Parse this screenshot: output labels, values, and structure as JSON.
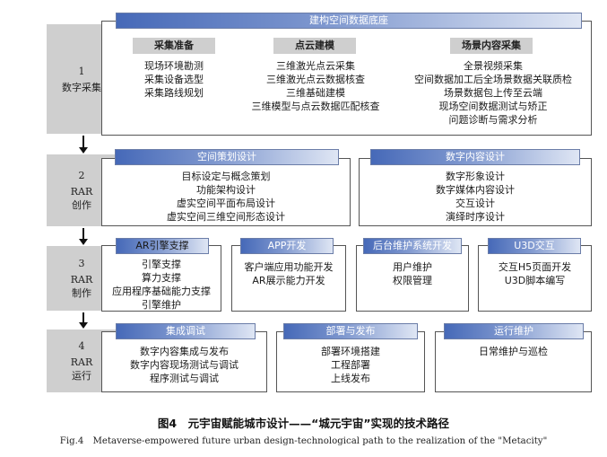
{
  "stages": [
    {
      "number": "1",
      "label_lines": [
        "数字采集"
      ]
    },
    {
      "number": "2",
      "label_lines": [
        "RAR",
        "创作"
      ]
    },
    {
      "number": "3",
      "label_lines": [
        "RAR",
        "制作"
      ]
    },
    {
      "number": "4",
      "label_lines": [
        "RAR",
        "运行"
      ]
    }
  ],
  "stage1": {
    "title": "建构空间数据底座",
    "columns": [
      {
        "title": "采集准备",
        "items": [
          "现场环境勘测",
          "采集设备选型",
          "采集路线规划"
        ]
      },
      {
        "title": "点云建模",
        "items": [
          "三维激光点云采集",
          "三维激光点云数据核查",
          "三维基础建模",
          "三维模型与点云数据匹配核查"
        ]
      },
      {
        "title": "场景内容采集",
        "items": [
          "全景视频采集",
          "空间数据加工后全场景数据关联质检",
          "场景数据包上传至云端",
          "现场空间数据测试与矫正",
          "问题诊断与需求分析"
        ]
      }
    ]
  },
  "stage2": {
    "groups": [
      {
        "title": "空间策划设计",
        "items": [
          "目标设定与概念策划",
          "功能架构设计",
          "虚实空间平面布局设计",
          "虚实空间三维空间形态设计"
        ]
      },
      {
        "title": "数字内容设计",
        "items": [
          "数字形象设计",
          "数字媒体内容设计",
          "交互设计",
          "演绎时序设计"
        ]
      }
    ]
  },
  "stage3": {
    "groups": [
      {
        "title": "AR引擎支撑",
        "items": [
          "引擎支撑",
          "算力支撑",
          "应用程序基础能力支撑",
          "引擎维护"
        ]
      },
      {
        "title": "APP开发",
        "items": [
          "客户端应用功能开发",
          "AR展示能力开发"
        ]
      },
      {
        "title": "后台维护系统开发",
        "items": [
          "用户维护",
          "权限管理"
        ]
      },
      {
        "title": "U3D交互",
        "items": [
          "交互H5页面开发",
          "U3D脚本编写"
        ]
      }
    ]
  },
  "stage4": {
    "groups": [
      {
        "title": "集成调试",
        "items": [
          "数字内容集成与发布",
          "数字内容现场测试与调试",
          "程序测试与调试"
        ]
      },
      {
        "title": "部署与发布",
        "items": [
          "部署环境搭建",
          "工程部署",
          "上线发布"
        ]
      },
      {
        "title": "运行维护",
        "items": [
          "日常维护与巡检"
        ]
      }
    ]
  },
  "caption": {
    "cn": "图4　元宇宙赋能城市设计——“城元宇宙”实现的技术路径",
    "en": "Fig.4　Metaverse-empowered future urban design-technological path to the realization of the \"Metacity\""
  }
}
